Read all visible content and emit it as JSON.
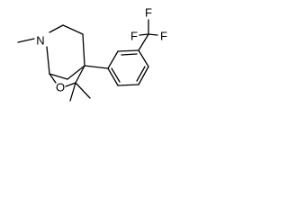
{
  "molecule": {
    "atoms": {
      "nitrogen": "N",
      "oxygen": "O",
      "fluorine_top": "F",
      "fluorine_left": "F",
      "fluorine_right": "F"
    },
    "colors": {
      "bond": "#000000",
      "label": "#000000",
      "background": "#ffffff"
    }
  }
}
